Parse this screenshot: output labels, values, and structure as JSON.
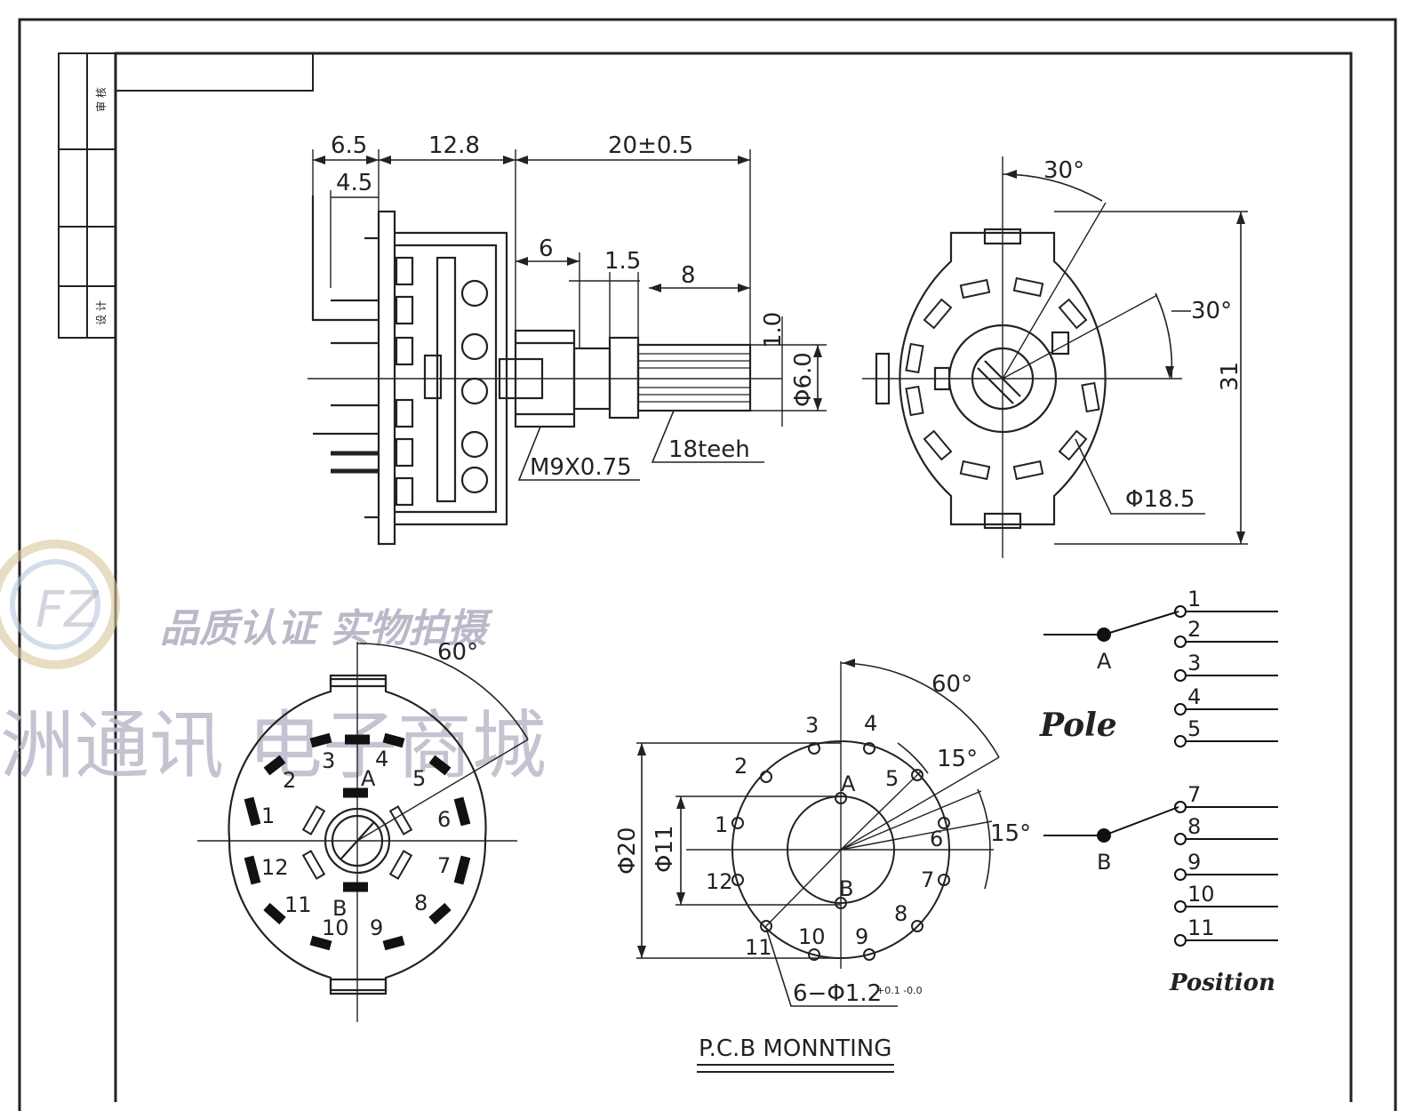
{
  "side_view": {
    "dims": {
      "d1": "6.5",
      "d2": "12.8",
      "d3": "20±0.5",
      "d4": "4.5",
      "d5": "6",
      "d6": "1.5",
      "d7": "8",
      "d8": "1.0",
      "d9": "Φ6.0"
    },
    "thread_note": "M9X0.75",
    "teeth_note": "18teeh"
  },
  "front_view": {
    "angle_top": "30°",
    "angle_right": "30°",
    "height": "31",
    "diameter": "Φ18.5"
  },
  "contact_view": {
    "angle": "60°",
    "position_labels": [
      "1",
      "2",
      "3",
      "4",
      "5",
      "6",
      "7",
      "8",
      "9",
      "10",
      "11",
      "12"
    ],
    "pole_labels": [
      "A",
      "B"
    ]
  },
  "pcb_view": {
    "angle_top": "60°",
    "angle_mid": "15°",
    "angle_low": "15°",
    "outer_diameter": "Φ20",
    "inner_diameter": "Φ11",
    "position_labels": [
      "1",
      "2",
      "3",
      "4",
      "5",
      "6",
      "7",
      "8",
      "9",
      "10",
      "11",
      "12"
    ],
    "pole_labels": [
      "A",
      "B"
    ],
    "hole_note": "6−Φ1.2",
    "hole_tol": "+0.1\n-0.0",
    "caption": "P.C.B MONNTING"
  },
  "schematic": {
    "pole_a": "A",
    "pole_b": "B",
    "group_a_positions": [
      "1",
      "2",
      "3",
      "4",
      "5"
    ],
    "group_b_positions": [
      "7",
      "8",
      "9",
      "10",
      "11"
    ],
    "pole_note": "Pole",
    "position_note": "Position"
  },
  "watermark": {
    "line1": "品质认证  实物拍摄",
    "line2": "洲通讯  电子商城",
    "logo": "FZ"
  },
  "title_block": {
    "col_top": "审 核",
    "col_bottom": "设 计"
  }
}
